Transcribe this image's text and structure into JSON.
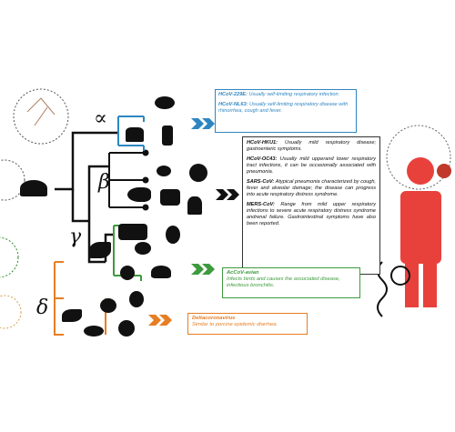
{
  "genera": {
    "alpha": "∝",
    "beta": "β",
    "gamma": "γ",
    "delta": "δ"
  },
  "alpha_box": {
    "e1_name": "HCoV-229E:",
    "e1_text": " Usually self-limiting respiratory infection.",
    "e2_name": "HCoV-NL63:",
    "e2_text": " Usually self-limiting respiratory disease with rhinorrhea, cough and fever."
  },
  "beta_box": {
    "e1_name": "HCoV-HKU1:",
    "e1_text": " Usually mild respiratory disease; gastroenteric symptoms.",
    "e2_name": "HCoV-OC43:",
    "e2_text": " Usually mild upperand lower respiratory tract infections, it can be occasionally associated with pneumonia.",
    "e3_name": "SARS-CoV:",
    "e3_text": " Atypical pneumonia characterized by cough, fever and alveolar damage; the disease can progress into acute respiratory distress syndrome.",
    "e4_name": "MERS-CoV:",
    "e4_text": " Range from mild upper respiratory infections to severe acute respiratory distress syndrome andrenal failure. Gastrointestinal symptoms have also been reported."
  },
  "gamma_box": {
    "name": "AcCoV-avian",
    "text": "Infects birds and causes the associated disease, infectious bronchitis."
  },
  "delta_box": {
    "name": "Deltacoronavirus",
    "text": "Similar to porcine epidemic diarrhea."
  },
  "colors": {
    "alpha": "#2e86c1",
    "beta": "#222222",
    "gamma": "#3d9a3d",
    "delta": "#e67e22",
    "human": "#e8413c",
    "virus_red": "#c0392b"
  }
}
